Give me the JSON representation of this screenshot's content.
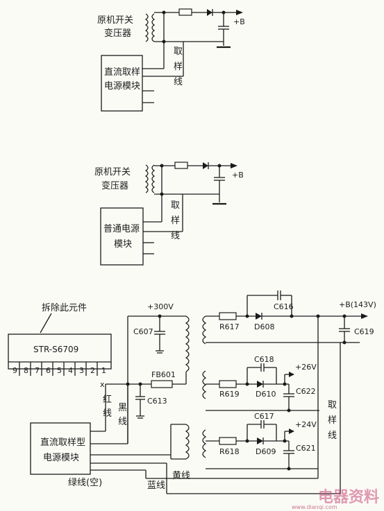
{
  "diagram1": {
    "transformer_label": [
      "原机开关",
      "变压器"
    ],
    "module_label": [
      "直流取样",
      "电源模块"
    ],
    "sense_label": [
      "取",
      "样",
      "线"
    ],
    "output_label": "+B"
  },
  "diagram2": {
    "transformer_label": [
      "原机开关",
      "变压器"
    ],
    "module_label": [
      "普通电源",
      "模块"
    ],
    "sense_label": [
      "取",
      "样",
      "线"
    ],
    "output_label": "+B"
  },
  "diagram3": {
    "remove_note": "拆除此元件",
    "ic_label": "STR-S6709",
    "ic_pins": [
      "9",
      "8",
      "7",
      "6",
      "5",
      "4",
      "3",
      "2",
      "1"
    ],
    "pin_x_mark": "x",
    "v300": "+300V",
    "c607": "C607",
    "fb601": "FB601",
    "c613": "C613",
    "red_wire": [
      "红",
      "线"
    ],
    "black_wire": [
      "黑",
      "线"
    ],
    "module_label": [
      "直流取样型",
      "电源模块"
    ],
    "green_wire": "绿线(空)",
    "blue_wire": "蓝线",
    "yellow_wire": "黄线",
    "sense_label": [
      "取",
      "样",
      "线"
    ],
    "c616": "C616",
    "r617": "R617",
    "d608": "D608",
    "bplus": "+B(143V)",
    "c619": "C619",
    "c618": "C618",
    "v26": "+26V",
    "r619": "R619",
    "d610": "D610",
    "c622": "C622",
    "c617": "C617",
    "v24": "+24V",
    "r618": "R618",
    "d609": "D609",
    "c621": "C621"
  },
  "watermark": {
    "title": "电器资料",
    "url": "www.dianqi.com"
  }
}
